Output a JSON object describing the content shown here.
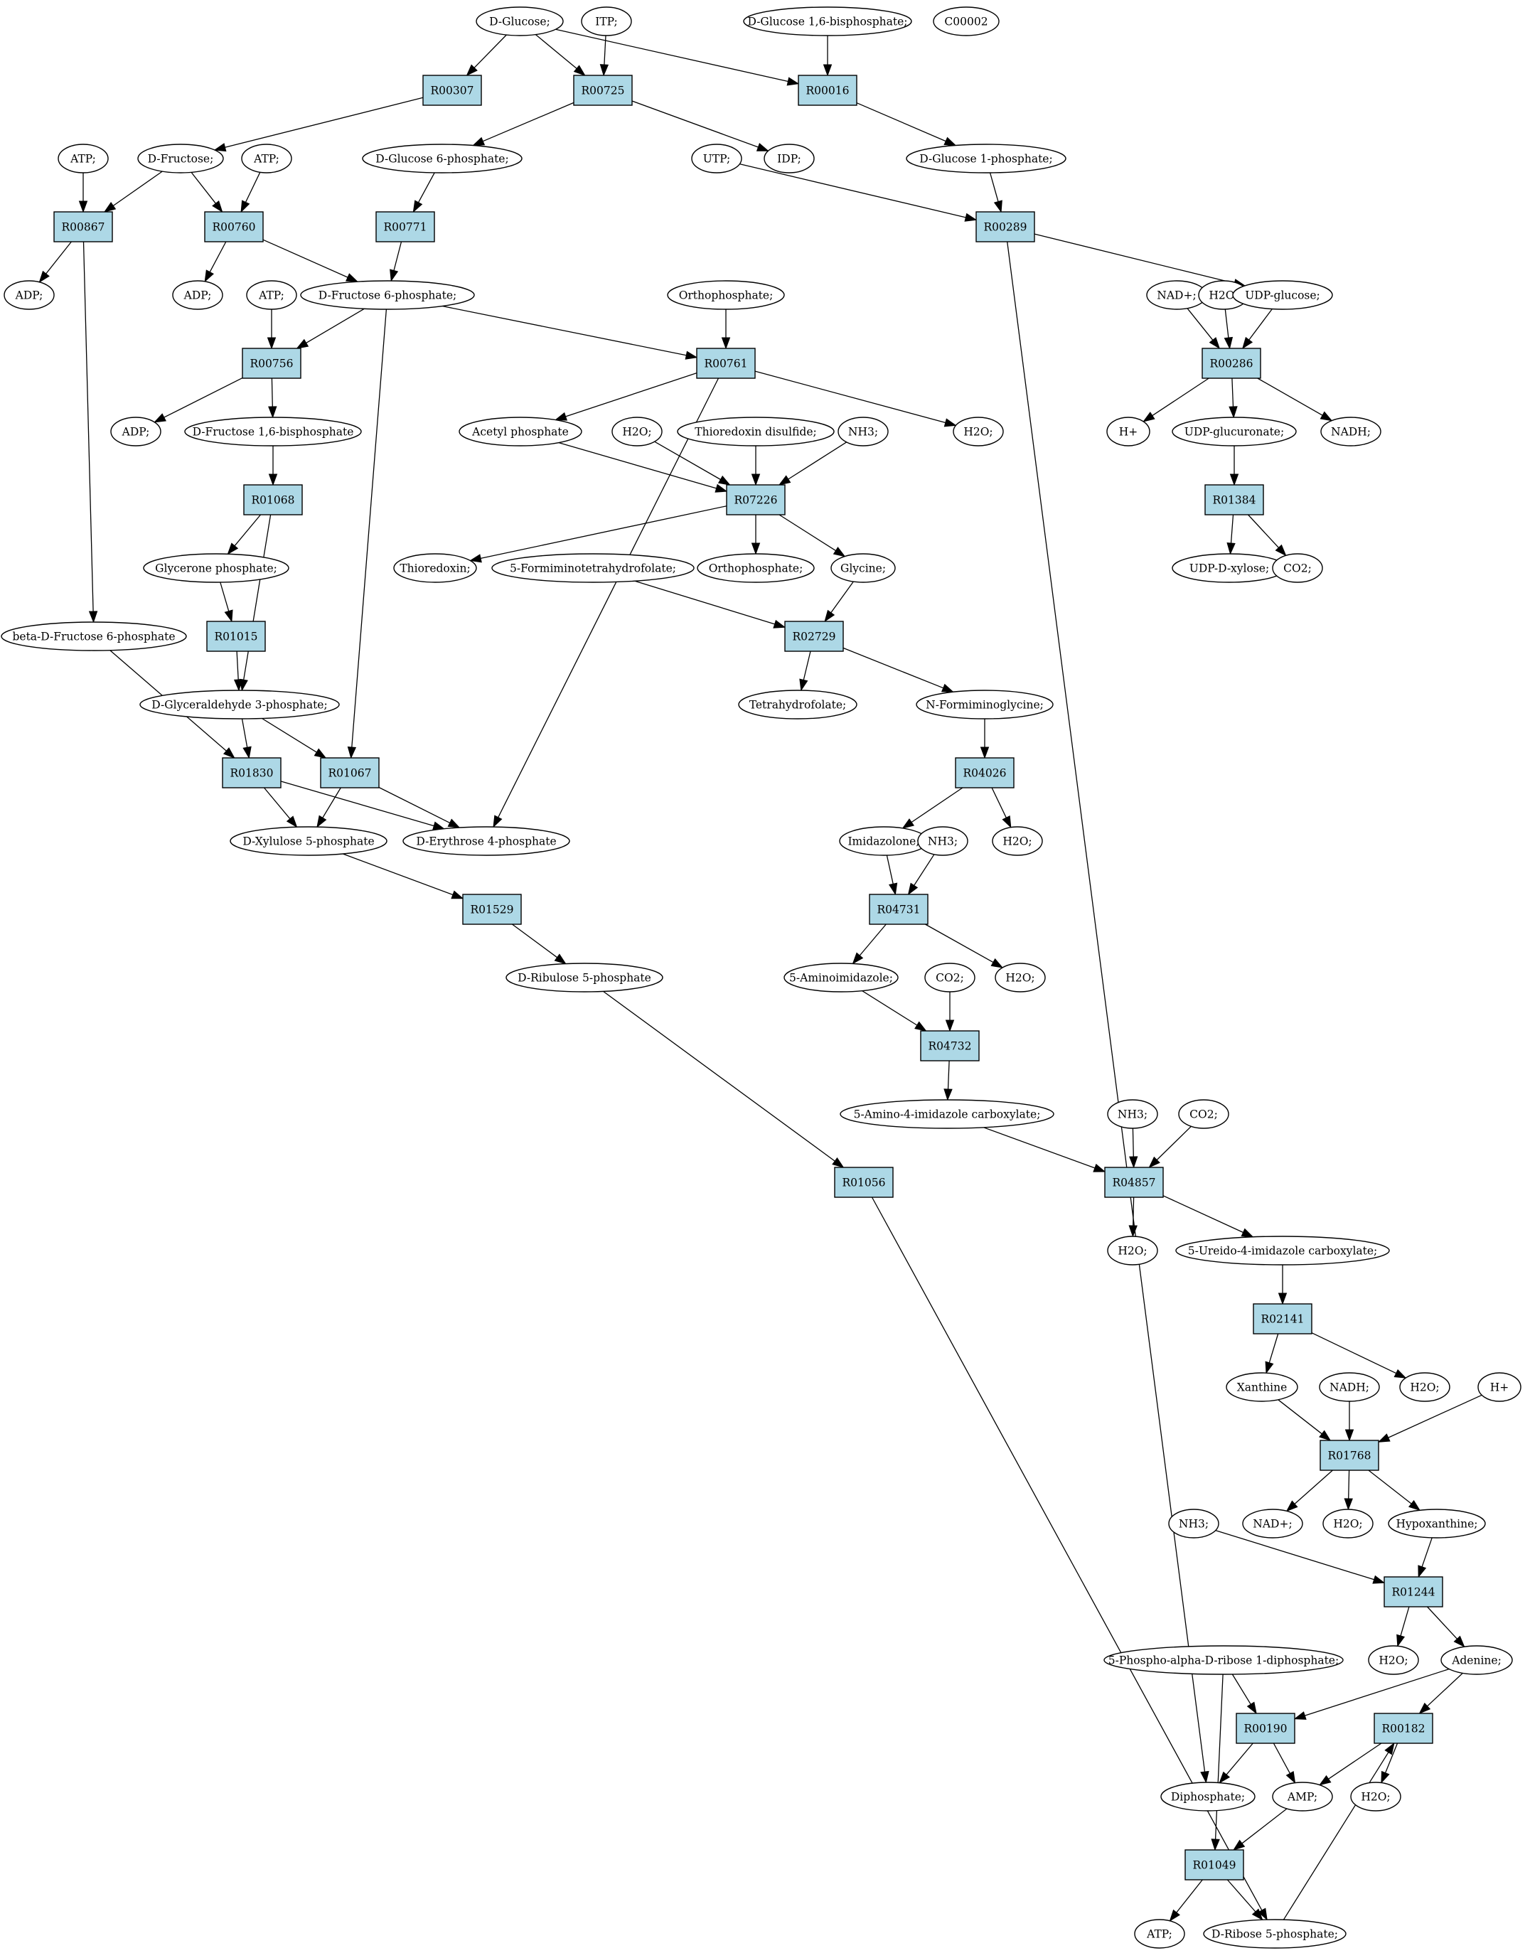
{
  "colors": {
    "reaction": "#add8e6",
    "metabolite": "#ffffff",
    "highlight_green": "#00ff00",
    "highlight_yellow": "#ffff00",
    "line": "#000000"
  },
  "nodes": {
    "c_glucose": {
      "label": "D-Glucose;",
      "kind": "metabolite",
      "fill": "#00ff00"
    },
    "c_itp": {
      "label": "ITP;",
      "kind": "metabolite"
    },
    "c_g16bp": {
      "label": "D-Glucose 1,6-bisphosphate;",
      "kind": "metabolite"
    },
    "c_c00002": {
      "label": "C00002",
      "kind": "metabolite",
      "fill": "#ffff00"
    },
    "r_R00307": {
      "label": "R00307",
      "kind": "reaction"
    },
    "r_R00725": {
      "label": "R00725",
      "kind": "reaction"
    },
    "r_R00016": {
      "label": "R00016",
      "kind": "reaction"
    },
    "c_atp1": {
      "label": "ATP;",
      "kind": "metabolite"
    },
    "c_fructose": {
      "label": "D-Fructose;",
      "kind": "metabolite"
    },
    "c_atp2": {
      "label": "ATP;",
      "kind": "metabolite"
    },
    "c_g6p": {
      "label": "D-Glucose 6-phosphate;",
      "kind": "metabolite"
    },
    "c_utp": {
      "label": "UTP;",
      "kind": "metabolite"
    },
    "c_idp": {
      "label": "IDP;",
      "kind": "metabolite"
    },
    "c_g1p": {
      "label": "D-Glucose 1-phosphate;",
      "kind": "metabolite"
    },
    "r_R00867": {
      "label": "R00867",
      "kind": "reaction"
    },
    "r_R00760": {
      "label": "R00760",
      "kind": "reaction"
    },
    "r_R00771": {
      "label": "R00771",
      "kind": "reaction"
    },
    "r_R00289": {
      "label": "R00289",
      "kind": "reaction"
    },
    "c_adp1": {
      "label": "ADP;",
      "kind": "metabolite"
    },
    "c_adp2": {
      "label": "ADP;",
      "kind": "metabolite"
    },
    "c_atp3": {
      "label": "ATP;",
      "kind": "metabolite"
    },
    "c_f6p": {
      "label": "D-Fructose 6-phosphate;",
      "kind": "metabolite"
    },
    "c_ortho1": {
      "label": "Orthophosphate;",
      "kind": "metabolite"
    },
    "c_nad": {
      "label": "NAD+;",
      "kind": "metabolite"
    },
    "c_h2o1": {
      "label": "H2O;",
      "kind": "metabolite"
    },
    "c_udpglc": {
      "label": "UDP-glucose;",
      "kind": "metabolite"
    },
    "r_R00756": {
      "label": "R00756",
      "kind": "reaction"
    },
    "r_R00761": {
      "label": "R00761",
      "kind": "reaction"
    },
    "r_R00286": {
      "label": "R00286",
      "kind": "reaction"
    },
    "c_adp3": {
      "label": "ADP;",
      "kind": "metabolite"
    },
    "c_f16bp": {
      "label": "D-Fructose 1,6-bisphosphate",
      "kind": "metabolite"
    },
    "c_acetylp": {
      "label": "Acetyl phosphate",
      "kind": "metabolite"
    },
    "c_h2o2": {
      "label": "H2O;",
      "kind": "metabolite"
    },
    "c_trxss": {
      "label": "Thioredoxin disulfide;",
      "kind": "metabolite"
    },
    "c_nh3_1": {
      "label": "NH3;",
      "kind": "metabolite"
    },
    "c_h2o3": {
      "label": "H2O;",
      "kind": "metabolite"
    },
    "c_hplus1": {
      "label": "H+",
      "kind": "metabolite"
    },
    "c_udpglcA": {
      "label": "UDP-glucuronate;",
      "kind": "metabolite"
    },
    "c_nadh1": {
      "label": "NADH;",
      "kind": "metabolite"
    },
    "r_R01068": {
      "label": "R01068",
      "kind": "reaction"
    },
    "r_R07226": {
      "label": "R07226",
      "kind": "reaction"
    },
    "r_R01384": {
      "label": "R01384",
      "kind": "reaction"
    },
    "c_glyceronep": {
      "label": "Glycerone phosphate;",
      "kind": "metabolite"
    },
    "c_trx": {
      "label": "Thioredoxin;",
      "kind": "metabolite"
    },
    "c_fiminothf": {
      "label": "5-Formiminotetrahydrofolate;",
      "kind": "metabolite"
    },
    "c_ortho2": {
      "label": "Orthophosphate;",
      "kind": "metabolite"
    },
    "c_glycine": {
      "label": "Glycine;",
      "kind": "metabolite"
    },
    "c_udpxyl": {
      "label": "UDP-D-xylose;",
      "kind": "metabolite"
    },
    "c_co2_1": {
      "label": "CO2;",
      "kind": "metabolite"
    },
    "c_bf6p": {
      "label": "beta-D-Fructose 6-phosphate",
      "kind": "metabolite"
    },
    "r_R01015": {
      "label": "R01015",
      "kind": "reaction"
    },
    "r_R02729": {
      "label": "R02729",
      "kind": "reaction"
    },
    "c_gap": {
      "label": "D-Glyceraldehyde 3-phosphate;",
      "kind": "metabolite"
    },
    "c_thf": {
      "label": "Tetrahydrofolate;",
      "kind": "metabolite"
    },
    "c_fiminogly": {
      "label": "N-Formiminoglycine;",
      "kind": "metabolite"
    },
    "r_R01830": {
      "label": "R01830",
      "kind": "reaction"
    },
    "r_R01067": {
      "label": "R01067",
      "kind": "reaction"
    },
    "r_R04026": {
      "label": "R04026",
      "kind": "reaction"
    },
    "c_xu5p": {
      "label": "D-Xylulose 5-phosphate",
      "kind": "metabolite"
    },
    "c_e4p": {
      "label": "D-Erythrose 4-phosphate",
      "kind": "metabolite"
    },
    "c_imidazolone": {
      "label": "Imidazolone;",
      "kind": "metabolite"
    },
    "c_nh3_2": {
      "label": "NH3;",
      "kind": "metabolite"
    },
    "c_h2o4": {
      "label": "H2O;",
      "kind": "metabolite"
    },
    "r_R01529": {
      "label": "R01529",
      "kind": "reaction"
    },
    "r_R04731": {
      "label": "R04731",
      "kind": "reaction"
    },
    "c_ru5p": {
      "label": "D-Ribulose 5-phosphate",
      "kind": "metabolite"
    },
    "c_aminoimid": {
      "label": "5-Aminoimidazole;",
      "kind": "metabolite"
    },
    "c_co2_2": {
      "label": "CO2;",
      "kind": "metabolite"
    },
    "c_h2o5": {
      "label": "H2O;",
      "kind": "metabolite"
    },
    "r_R04732": {
      "label": "R04732",
      "kind": "reaction"
    },
    "c_aic": {
      "label": "5-Amino-4-imidazole carboxylate;",
      "kind": "metabolite"
    },
    "c_nh3_3": {
      "label": "NH3;",
      "kind": "metabolite"
    },
    "c_co2_3": {
      "label": "CO2;",
      "kind": "metabolite"
    },
    "r_R01056": {
      "label": "R01056",
      "kind": "reaction"
    },
    "r_R04857": {
      "label": "R04857",
      "kind": "reaction"
    },
    "c_h2o6": {
      "label": "H2O;",
      "kind": "metabolite"
    },
    "c_uic": {
      "label": "5-Ureido-4-imidazole carboxylate;",
      "kind": "metabolite"
    },
    "r_R02141": {
      "label": "R02141",
      "kind": "reaction"
    },
    "c_xanthine": {
      "label": "Xanthine",
      "kind": "metabolite"
    },
    "c_nadh2": {
      "label": "NADH;",
      "kind": "metabolite"
    },
    "c_h2o7": {
      "label": "H2O;",
      "kind": "metabolite"
    },
    "c_hplus2": {
      "label": "H+",
      "kind": "metabolite"
    },
    "r_R01768": {
      "label": "R01768",
      "kind": "reaction"
    },
    "c_nh3_4": {
      "label": "NH3;",
      "kind": "metabolite"
    },
    "c_nad2": {
      "label": "NAD+;",
      "kind": "metabolite"
    },
    "c_h2o8": {
      "label": "H2O;",
      "kind": "metabolite"
    },
    "c_hypox": {
      "label": "Hypoxanthine;",
      "kind": "metabolite"
    },
    "r_R01244": {
      "label": "R01244",
      "kind": "reaction"
    },
    "c_prpp": {
      "label": "5-Phospho-alpha-D-ribose 1-diphosphate;",
      "kind": "metabolite"
    },
    "c_h2o9": {
      "label": "H2O;",
      "kind": "metabolite"
    },
    "c_adenine": {
      "label": "Adenine;",
      "kind": "metabolite"
    },
    "r_R00190": {
      "label": "R00190",
      "kind": "reaction"
    },
    "r_R00182": {
      "label": "R00182",
      "kind": "reaction"
    },
    "c_diphos": {
      "label": "Diphosphate;",
      "kind": "metabolite"
    },
    "c_amp": {
      "label": "AMP;",
      "kind": "metabolite"
    },
    "c_h2o10": {
      "label": "H2O;",
      "kind": "metabolite"
    },
    "r_R01049": {
      "label": "R01049",
      "kind": "reaction"
    },
    "c_atp4": {
      "label": "ATP;",
      "kind": "metabolite"
    },
    "c_r5p": {
      "label": "D-Ribose 5-phosphate;",
      "kind": "metabolite"
    }
  },
  "edges": [
    [
      "c_glucose",
      "r_R00307"
    ],
    [
      "c_glucose",
      "r_R00725"
    ],
    [
      "c_glucose",
      "r_R00016"
    ],
    [
      "c_itp",
      "r_R00725"
    ],
    [
      "c_g16bp",
      "r_R00016"
    ],
    [
      "r_R00307",
      "c_fructose"
    ],
    [
      "r_R00725",
      "c_g6p"
    ],
    [
      "r_R00725",
      "c_idp"
    ],
    [
      "r_R00016",
      "c_g1p"
    ],
    [
      "c_atp1",
      "r_R00867"
    ],
    [
      "c_fructose",
      "r_R00867"
    ],
    [
      "c_fructose",
      "r_R00760"
    ],
    [
      "c_atp2",
      "r_R00760"
    ],
    [
      "c_g6p",
      "r_R00771"
    ],
    [
      "c_utp",
      "r_R00289"
    ],
    [
      "c_g1p",
      "r_R00289"
    ],
    [
      "r_R00867",
      "c_adp1"
    ],
    [
      "r_R00867",
      "c_bf6p"
    ],
    [
      "r_R00760",
      "c_adp2"
    ],
    [
      "r_R00760",
      "c_f6p"
    ],
    [
      "r_R00771",
      "c_f6p"
    ],
    [
      "r_R00289",
      "c_udpglc"
    ],
    [
      "r_R00289",
      "c_diphos"
    ],
    [
      "c_atp3",
      "r_R00756"
    ],
    [
      "c_f6p",
      "r_R00756"
    ],
    [
      "c_f6p",
      "r_R00761"
    ],
    [
      "c_f6p",
      "r_R01067"
    ],
    [
      "c_ortho1",
      "r_R00761"
    ],
    [
      "c_nad",
      "r_R00286"
    ],
    [
      "c_h2o1",
      "r_R00286"
    ],
    [
      "c_udpglc",
      "r_R00286"
    ],
    [
      "r_R00756",
      "c_adp3"
    ],
    [
      "r_R00756",
      "c_f16bp"
    ],
    [
      "r_R00761",
      "c_acetylp"
    ],
    [
      "r_R00761",
      "c_h2o3"
    ],
    [
      "r_R00761",
      "c_e4p"
    ],
    [
      "r_R00286",
      "c_hplus1"
    ],
    [
      "r_R00286",
      "c_udpglcA"
    ],
    [
      "r_R00286",
      "c_nadh1"
    ],
    [
      "c_f16bp",
      "r_R01068"
    ],
    [
      "c_acetylp",
      "r_R07226"
    ],
    [
      "c_h2o2",
      "r_R07226"
    ],
    [
      "c_trxss",
      "r_R07226"
    ],
    [
      "c_nh3_1",
      "r_R07226"
    ],
    [
      "c_udpglcA",
      "r_R01384"
    ],
    [
      "r_R01068",
      "c_glyceronep"
    ],
    [
      "r_R01068",
      "c_gap"
    ],
    [
      "r_R07226",
      "c_trx"
    ],
    [
      "r_R07226",
      "c_ortho2"
    ],
    [
      "r_R07226",
      "c_glycine"
    ],
    [
      "r_R01384",
      "c_udpxyl"
    ],
    [
      "r_R01384",
      "c_co2_1"
    ],
    [
      "c_glyceronep",
      "r_R01015"
    ],
    [
      "c_fiminothf",
      "r_R02729"
    ],
    [
      "c_glycine",
      "r_R02729"
    ],
    [
      "c_bf6p",
      "r_R01830"
    ],
    [
      "r_R01015",
      "c_gap"
    ],
    [
      "r_R02729",
      "c_thf"
    ],
    [
      "r_R02729",
      "c_fiminogly"
    ],
    [
      "c_gap",
      "r_R01830"
    ],
    [
      "c_gap",
      "r_R01067"
    ],
    [
      "c_fiminogly",
      "r_R04026"
    ],
    [
      "r_R01830",
      "c_xu5p"
    ],
    [
      "r_R01830",
      "c_e4p"
    ],
    [
      "r_R01067",
      "c_xu5p"
    ],
    [
      "r_R01067",
      "c_e4p"
    ],
    [
      "r_R04026",
      "c_imidazolone"
    ],
    [
      "r_R04026",
      "c_h2o4"
    ],
    [
      "c_xu5p",
      "r_R01529"
    ],
    [
      "c_imidazolone",
      "r_R04731"
    ],
    [
      "c_nh3_2",
      "r_R04731"
    ],
    [
      "r_R01529",
      "c_ru5p"
    ],
    [
      "r_R04731",
      "c_aminoimid"
    ],
    [
      "r_R04731",
      "c_h2o5"
    ],
    [
      "c_aminoimid",
      "r_R04732"
    ],
    [
      "c_co2_2",
      "r_R04732"
    ],
    [
      "r_R04732",
      "c_aic"
    ],
    [
      "c_ru5p",
      "r_R01056"
    ],
    [
      "c_aic",
      "r_R04857"
    ],
    [
      "c_nh3_3",
      "r_R04857"
    ],
    [
      "c_co2_3",
      "r_R04857"
    ],
    [
      "r_R01056",
      "c_r5p"
    ],
    [
      "r_R04857",
      "c_h2o6"
    ],
    [
      "r_R04857",
      "c_uic"
    ],
    [
      "c_uic",
      "r_R02141"
    ],
    [
      "r_R02141",
      "c_xanthine"
    ],
    [
      "r_R02141",
      "c_h2o7"
    ],
    [
      "c_xanthine",
      "r_R01768"
    ],
    [
      "c_nadh2",
      "r_R01768"
    ],
    [
      "c_hplus2",
      "r_R01768"
    ],
    [
      "r_R01768",
      "c_nad2"
    ],
    [
      "r_R01768",
      "c_h2o8"
    ],
    [
      "r_R01768",
      "c_hypox"
    ],
    [
      "c_nh3_4",
      "r_R01244"
    ],
    [
      "c_hypox",
      "r_R01244"
    ],
    [
      "r_R01244",
      "c_h2o9"
    ],
    [
      "r_R01244",
      "c_adenine"
    ],
    [
      "c_prpp",
      "r_R00190"
    ],
    [
      "c_prpp",
      "r_R01049"
    ],
    [
      "c_adenine",
      "r_R00190"
    ],
    [
      "c_adenine",
      "r_R00182"
    ],
    [
      "r_R00190",
      "c_diphos"
    ],
    [
      "r_R00190",
      "c_amp"
    ],
    [
      "r_R00182",
      "c_amp"
    ],
    [
      "r_R00182",
      "c_h2o10"
    ],
    [
      "c_amp",
      "r_R01049"
    ],
    [
      "c_r5p",
      "r_R00182"
    ],
    [
      "r_R01049",
      "c_atp4"
    ],
    [
      "r_R01049",
      "c_r5p"
    ]
  ]
}
